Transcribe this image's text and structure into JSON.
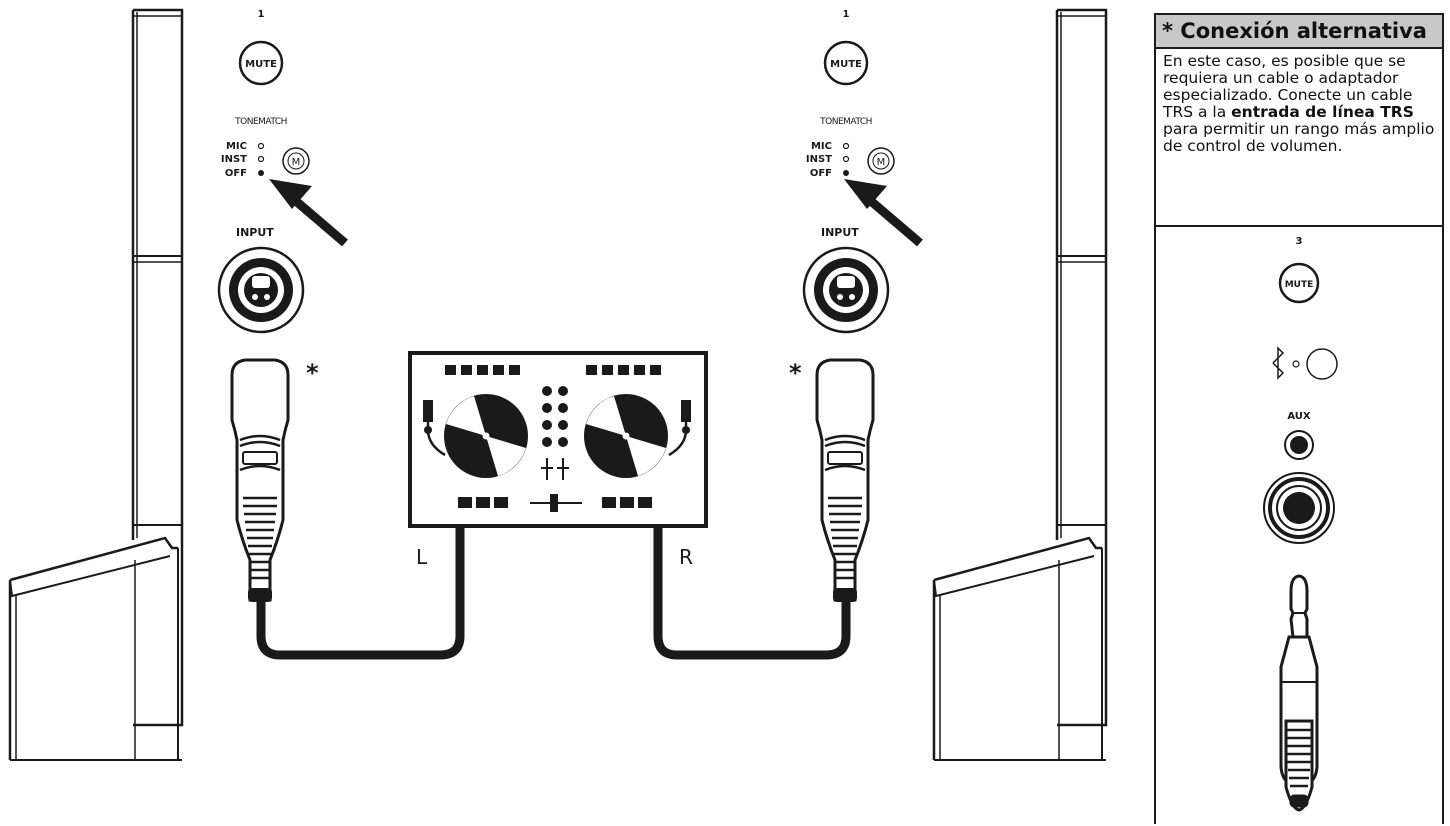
{
  "left_panel": {
    "channel_number": "1",
    "mute_label": "MUTE",
    "tonematch_label": "TONEMATCH",
    "mode_options": [
      "MIC",
      "INST",
      "OFF"
    ],
    "tonematch_button_glyph": "M",
    "input_label": "INPUT",
    "asterisk": "*"
  },
  "right_panel": {
    "channel_number": "1",
    "mute_label": "MUTE",
    "tonematch_label": "TONEMATCH",
    "mode_options": [
      "MIC",
      "INST",
      "OFF"
    ],
    "tonematch_button_glyph": "M",
    "input_label": "INPUT",
    "asterisk": "*"
  },
  "cable_labels": {
    "left": "L",
    "right": "R"
  },
  "alt_connection": {
    "title": "* Conexión alternativa",
    "text_before": "En este caso, es posible que se requiera un cable o adaptador especializado. Conecte un cable TRS a la ",
    "text_bold": "entrada de línea TRS",
    "text_after": " para permitir un rango más amplio de control de volumen.",
    "channel_number": "3",
    "mute_label": "MUTE",
    "aux_label": "AUX"
  },
  "icons": [
    "mute-button-icon",
    "tonematch-icon",
    "xlr-combo-jack-icon",
    "xlr-connector-icon",
    "dj-controller-icon",
    "bluetooth-icon",
    "aux-jack-icon",
    "trs-jack-icon",
    "trs-plug-icon",
    "pointer-arrow-icon",
    "speaker-tower-icon"
  ],
  "colors": {
    "ink": "#1a1a1a",
    "panel_title_bg": "#c8c8c8",
    "background": "#ffffff"
  }
}
